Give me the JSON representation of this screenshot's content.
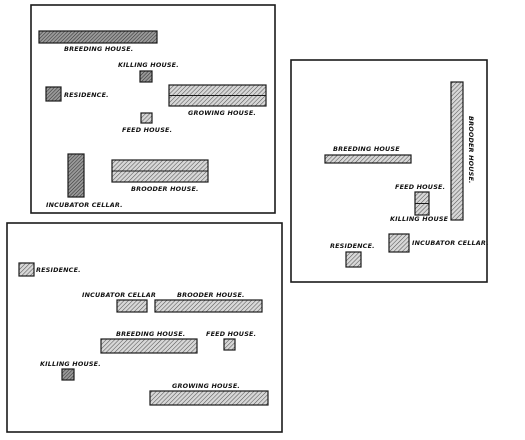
{
  "colors": {
    "ink": "#1a1a1a",
    "paper": "#ffffff",
    "hatch_light": "#bdbdbd",
    "hatch_dark": "#7a7a7a"
  },
  "plans": [
    {
      "id": "plan-a",
      "labels": {
        "breeding_house": "BREEDING HOUSE.",
        "killing_house": "KILLING HOUSE.",
        "residence": "RESIDENCE.",
        "growing_house": "GROWING HOUSE.",
        "feed_house": "FEED HOUSE.",
        "brooder_house": "BROODER HOUSE.",
        "incubator_cellar": "INCUBATOR CELLAR."
      }
    },
    {
      "id": "plan-b",
      "labels": {
        "breeding_house": "BREEDING HOUSE",
        "brooder_house": "BROODER HOUSE.",
        "feed_house": "FEED HOUSE.",
        "killing_house": "KILLING HOUSE",
        "residence": "RESIDENCE.",
        "incubator_cellar": "INCUBATOR CELLAR."
      }
    },
    {
      "id": "plan-c",
      "labels": {
        "residence": "RESIDENCE.",
        "incubator_cellar": "INCUBATOR CELLAR",
        "brooder_house": "BROODER HOUSE.",
        "breeding_house": "BREEDING HOUSE.",
        "feed_house": "FEED HOUSE.",
        "killing_house": "KILLING HOUSE.",
        "growing_house": "GROWING HOUSE."
      }
    }
  ]
}
